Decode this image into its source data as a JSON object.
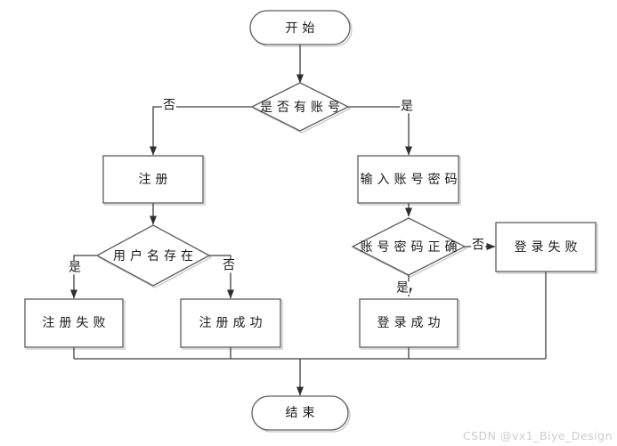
{
  "flowchart": {
    "nodes": {
      "start": {
        "label": "开始",
        "type": "terminator"
      },
      "has_account": {
        "label": "是否有账号",
        "type": "decision"
      },
      "register": {
        "label": "注册",
        "type": "process"
      },
      "enter_credentials": {
        "label": "输入账号密码",
        "type": "process"
      },
      "username_exists": {
        "label": "用户名存在",
        "type": "decision"
      },
      "register_fail": {
        "label": "注册失败",
        "type": "process"
      },
      "register_success": {
        "label": "注册成功",
        "type": "process"
      },
      "credentials_correct": {
        "label": "账号密码正确",
        "type": "decision"
      },
      "login_fail": {
        "label": "登录失败",
        "type": "process"
      },
      "login_success": {
        "label": "登录成功",
        "type": "process"
      },
      "end": {
        "label": "结束",
        "type": "terminator"
      }
    },
    "edges": {
      "has_account_no": {
        "label": "否",
        "from": "has_account",
        "to": "register"
      },
      "has_account_yes": {
        "label": "是",
        "from": "has_account",
        "to": "enter_credentials"
      },
      "username_exists_yes": {
        "label": "是",
        "from": "username_exists",
        "to": "register_fail"
      },
      "username_exists_no": {
        "label": "否",
        "from": "username_exists",
        "to": "register_success"
      },
      "credentials_correct_no": {
        "label": "否",
        "from": "credentials_correct",
        "to": "login_fail"
      },
      "credentials_correct_yes": {
        "label": "是",
        "from": "credentials_correct",
        "to": "login_success"
      }
    },
    "colors": {
      "connector": "#3f3f3f",
      "shape_stroke": "#5c5c5c",
      "shape_fill": "#ffffff",
      "shadow": "#c9c9c9",
      "arrowhead": "#2e2e2e"
    }
  },
  "watermark": {
    "text": "CSDN @vx1_Biye_Design",
    "color": "#ccccd4"
  }
}
